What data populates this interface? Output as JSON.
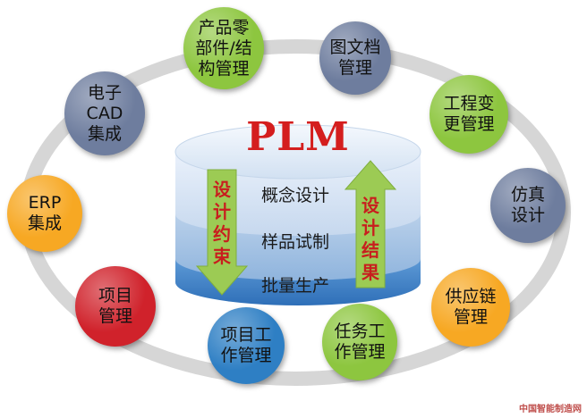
{
  "colors": {
    "ring": "#d3d3d3",
    "green": "#8dc63f",
    "slate": "#6e7d9e",
    "orange": "#f7a823",
    "red": "#d0222b",
    "blue": "#2e7fc4",
    "plm_red": "#d41e1e",
    "arrow_green": "#9ccb54",
    "arrow_text_red": "#c81e1e"
  },
  "center": {
    "title": "PLM",
    "layers": [
      "概念设计",
      "样品试制",
      "批量生产"
    ],
    "left_arrow": "设\n计\n约\n束",
    "right_arrow": "设\n计\n结\n果"
  },
  "nodes": [
    {
      "label": "产品零\n部件/结\n构管理",
      "color": "green",
      "icon": ""
    },
    {
      "label": "图文档\n管理",
      "color": "slate"
    },
    {
      "label": "工程变\n更管理",
      "color": "green"
    },
    {
      "label": "仿真\n设计",
      "color": "slate"
    },
    {
      "label": "供应链\n管理",
      "color": "orange"
    },
    {
      "label": "任务工\n作管理",
      "color": "green"
    },
    {
      "label": "项目工\n作管理",
      "color": "blue"
    },
    {
      "label": "项目\n管理",
      "color": "red"
    },
    {
      "label": "ERP\n集成",
      "color": "orange"
    },
    {
      "label": "电子\nCAD\n集成",
      "color": "slate"
    }
  ],
  "watermark": "中国智能制造网"
}
